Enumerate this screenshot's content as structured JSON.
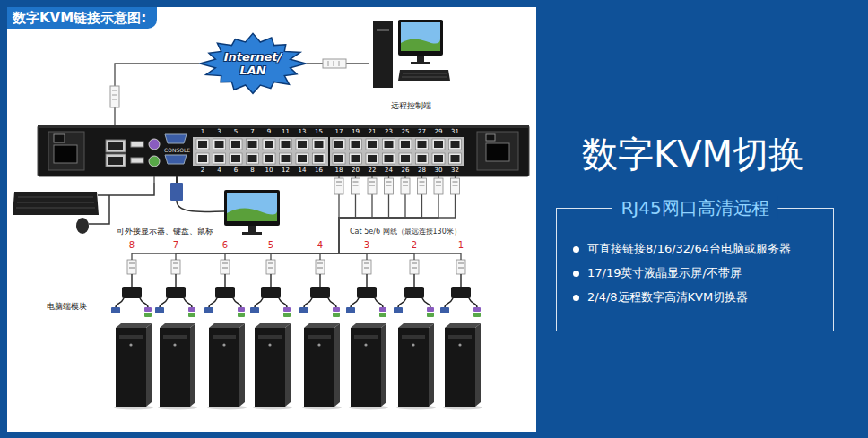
{
  "diagram": {
    "title": "数字KVM链接示意图:",
    "nodes": [
      {
        "text": [
          "Internet/ LAN"
        ]
      },
      {
        "text": [
          "远程控制端"
        ]
      },
      {
        "text": [
          "CONSOLE"
        ]
      },
      {
        "text": [
          "可外接显示器、键盘、鼠标"
        ]
      },
      {
        "text": [
          "8"
        ]
      },
      {
        "text": [
          "7"
        ]
      },
      {
        "text": [
          "6"
        ]
      },
      {
        "text": [
          "5"
        ]
      },
      {
        "text": [
          "4"
        ]
      },
      {
        "text": [
          "3"
        ]
      },
      {
        "text": [
          "2"
        ]
      },
      {
        "text": [
          "1"
        ]
      },
      {
        "text": [
          "RJ45网口高清远程",
          "可直接链接8/16/32/64台电脑或服务器",
          "17/19英寸液晶显示屏/不带屏",
          "2/4/8远程数字高清KVM切换器"
        ]
      }
    ],
    "edges": [
      {
        "from": 0,
        "to": 1,
        "arrow": "none"
      },
      {
        "from": 2,
        "to": 0,
        "arrow": "none"
      },
      {
        "from": 2,
        "to": 3,
        "arrow": "none"
      },
      {
        "from": 2,
        "to": 4,
        "arrow": "none"
      },
      {
        "from": 2,
        "to": 5,
        "arrow": "none"
      },
      {
        "from": 2,
        "to": 6,
        "arrow": "none"
      },
      {
        "from": 2,
        "to": 7,
        "arrow": "none"
      },
      {
        "from": 2,
        "to": 8,
        "arrow": "none"
      },
      {
        "from": 2,
        "to": 9,
        "arrow": "none"
      },
      {
        "from": 2,
        "to": 10,
        "arrow": "none"
      },
      {
        "from": 2,
        "to": 11,
        "arrow": "none"
      }
    ],
    "labels": [
      "数字KVM切换",
      "电脑端模块",
      "Cat 5e/6 网线（最远连接130米）",
      "1",
      "3",
      "5",
      "7",
      "9",
      "11",
      "13",
      "15",
      "17",
      "19",
      "21",
      "23",
      "25",
      "27",
      "29",
      "31",
      "2",
      "4",
      "6",
      "8",
      "10",
      "12",
      "14",
      "16",
      "18",
      "20",
      "22",
      "24",
      "26",
      "28",
      "30",
      "32"
    ]
  }
}
